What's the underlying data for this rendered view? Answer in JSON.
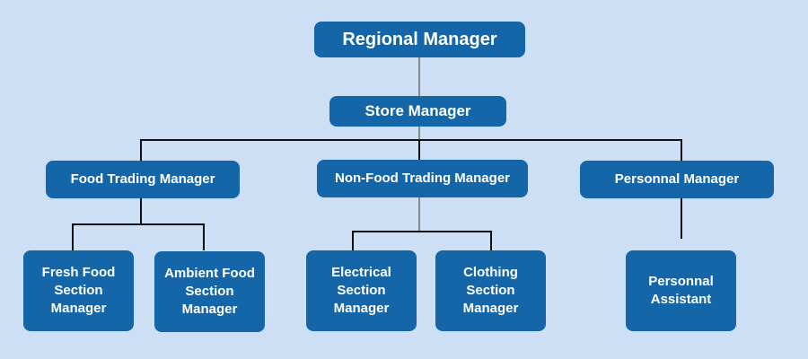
{
  "colors": {
    "background": "#cddff5",
    "box": "#1466a8",
    "box_text": "#ffffff",
    "connector_dark": "#111111",
    "connector_light": "#555555"
  },
  "nodes": {
    "regional_manager": "Regional Manager",
    "store_manager": "Store Manager",
    "food_trading_manager": "Food Trading Manager",
    "non_food_trading_manager": "Non-Food Trading Manager",
    "personnal_manager": "Personnal Manager",
    "fresh_food_section_manager": "Fresh Food\nSection\nManager",
    "ambient_food_section_manager": "Ambient Food\nSection\nManager",
    "electrical_section_manager": "Electrical\nSection\nManager",
    "clothing_section_manager": "Clothing\nSection\nManager",
    "personnal_assistant": "Personnal\nAssistant"
  }
}
